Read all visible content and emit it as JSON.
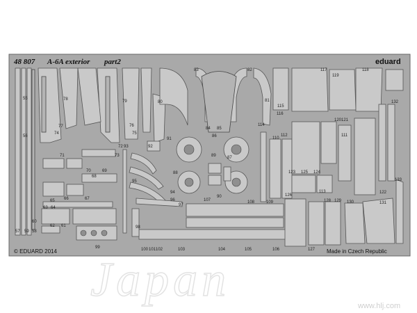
{
  "fret": {
    "kit_number": "48 807",
    "subject": "A-6A exterior",
    "part": "part2",
    "brand": "eduard",
    "copyright": "© EDUARD 2014",
    "made_in": "Made in Czech Republic"
  },
  "watermark": {
    "text": "Japan",
    "url": "www.hlj.com"
  },
  "part_numbers": [
    "55",
    "56",
    "57",
    "58",
    "59",
    "60",
    "61",
    "62",
    "63",
    "64",
    "65",
    "66",
    "67",
    "68",
    "69",
    "70",
    "71",
    "72",
    "73",
    "74",
    "75",
    "76",
    "77",
    "78",
    "79",
    "80",
    "81",
    "82",
    "83",
    "84",
    "85",
    "86",
    "87",
    "88",
    "89",
    "90",
    "91",
    "92",
    "93",
    "94",
    "95",
    "96",
    "97",
    "98",
    "99",
    "100",
    "101",
    "102",
    "103",
    "104",
    "105",
    "106",
    "107",
    "108",
    "109",
    "110",
    "111",
    "112",
    "113",
    "114",
    "115",
    "116",
    "117",
    "118",
    "119",
    "120",
    "121",
    "122",
    "123",
    "124",
    "125",
    "126",
    "127",
    "128",
    "129",
    "130",
    "131",
    "132",
    "133"
  ],
  "colors": {
    "fret": "#a9a9a9",
    "part": "#c9c9c9",
    "outline": "#555555"
  }
}
